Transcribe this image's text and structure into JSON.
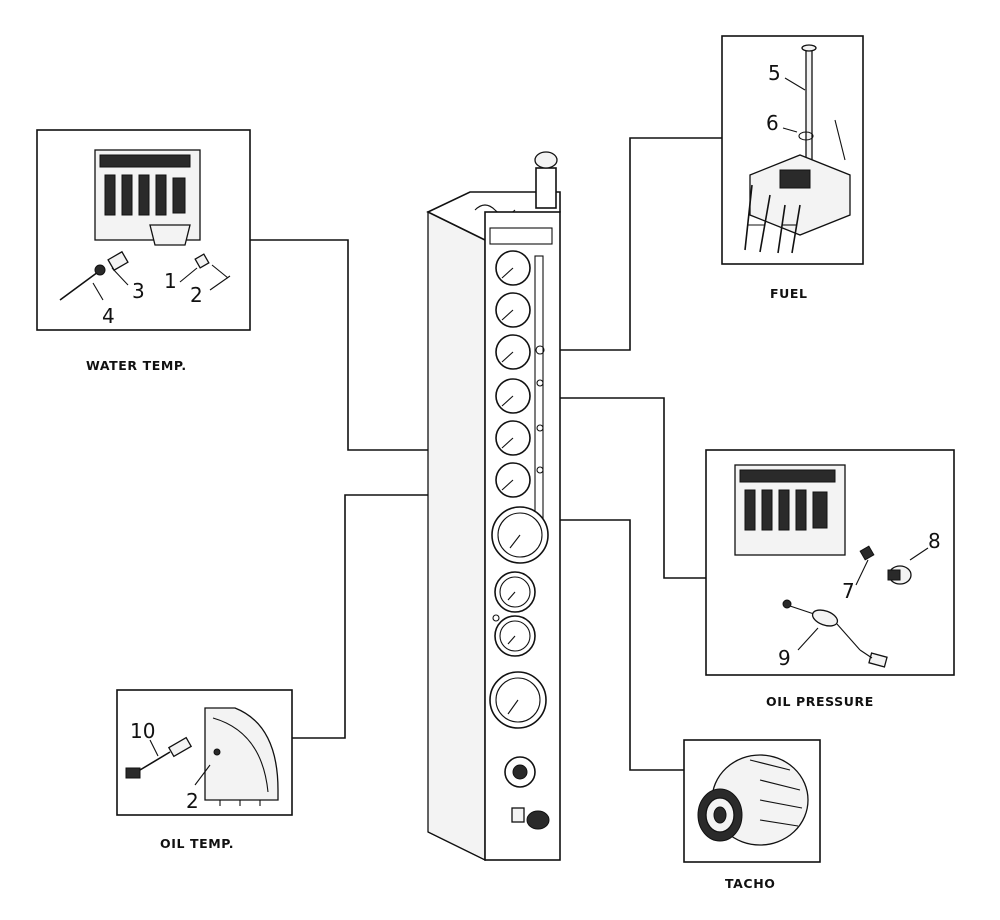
{
  "captions": {
    "water_temp": "WATER TEMP.",
    "fuel": "FUEL",
    "oil_pressure": "OIL PRESSURE",
    "oil_temp": "OIL TEMP.",
    "tacho": "TACHO"
  },
  "callouts": {
    "c1": "1",
    "c2": "2",
    "c3": "3",
    "c4": "4",
    "c5": "5",
    "c6": "6",
    "c7": "7",
    "c8": "8",
    "c9": "9",
    "c10": "10",
    "c2b": "2"
  }
}
